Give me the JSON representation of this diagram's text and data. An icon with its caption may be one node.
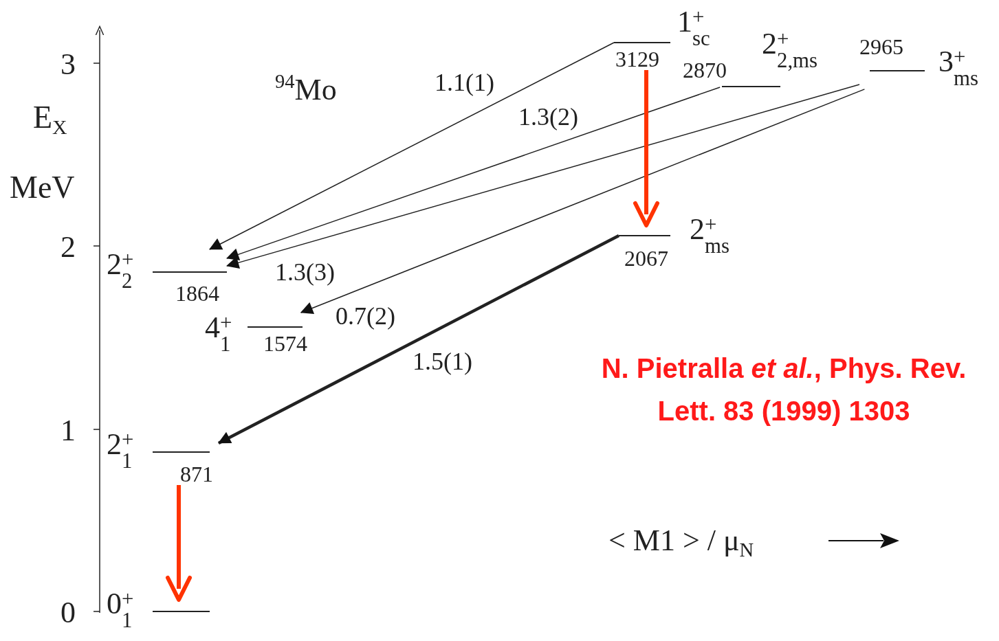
{
  "diagram": {
    "nodes": [
      {
        "text": [
          "0$^{+}$$_{1}$"
        ]
      },
      {
        "text": [
          "2$^{+}$$_{1}$",
          "871"
        ]
      },
      {
        "text": [
          "4$^{+}$$_{1}$",
          "1574"
        ]
      },
      {
        "text": [
          "2$^{+}$$_{2}$",
          "1864"
        ]
      },
      {
        "text": [
          "2067",
          "2$^{+}$$_{ms}$"
        ]
      },
      {
        "text": [
          "2870",
          "2$^{+}$$_{2,ms}$"
        ]
      },
      {
        "text": [
          "2965",
          "3$^{+}$$_{ms}$"
        ]
      },
      {
        "text": [
          "3129",
          "1$^{+}$$_{sc}$"
        ]
      }
    ],
    "edges": [
      {
        "from": 7,
        "to": 3,
        "arrow": "to",
        "label": "1.1(1)"
      },
      {
        "from": 5,
        "to": 3,
        "arrow": "to",
        "label": "1.3(2)"
      },
      {
        "from": 6,
        "to": 3,
        "arrow": "to",
        "label": "1.3(3)"
      },
      {
        "from": 6,
        "to": 2,
        "arrow": "to",
        "label": "0.7(2)"
      },
      {
        "from": 4,
        "to": 1,
        "arrow": "to",
        "label": "1.5(1)",
        "style": "thick"
      },
      {
        "from": 7,
        "to": 4,
        "arrow": "to",
        "style": "thick",
        "color": "#ff3300"
      },
      {
        "from": 1,
        "to": 0,
        "arrow": "to",
        "style": "thick",
        "color": "#ff3300"
      }
    ],
    "labels": [
      "3",
      "$^{94}$Mo",
      "E$_{X}$",
      "MeV",
      "2",
      "1",
      "N. Pietralla *et al.*, Phys. Rev. Lett. 83 (1999) 1303",
      "< M1 > /  μ$_{N}$",
      "0"
    ]
  }
}
